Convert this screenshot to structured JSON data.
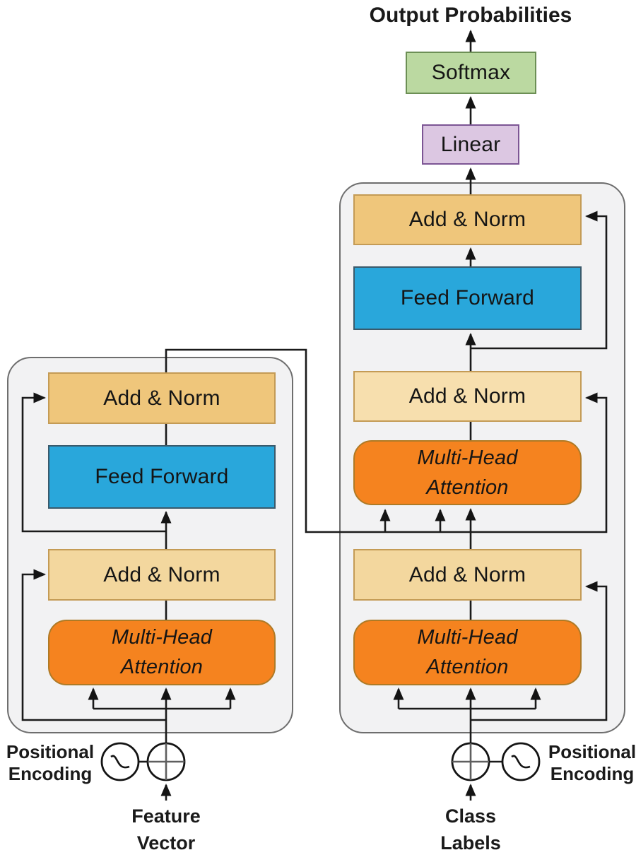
{
  "title": "Output Probabilities",
  "output_head": {
    "softmax": "Softmax",
    "linear": "Linear"
  },
  "encoder": {
    "add_norm_top": "Add & Norm",
    "feed_forward": "Feed Forward",
    "add_norm_bottom": "Add & Norm",
    "mha_line1": "Multi-Head",
    "mha_line2": "Attention",
    "pos_enc_line1": "Positional",
    "pos_enc_line2": "Encoding",
    "input_line1": "Feature",
    "input_line2": "Vector"
  },
  "decoder": {
    "add_norm_top": "Add & Norm",
    "feed_forward": "Feed Forward",
    "add_norm_middle": "Add & Norm",
    "mha_middle_line1": "Multi-Head",
    "mha_middle_line2": "Attention",
    "add_norm_bottom": "Add & Norm",
    "mha_bottom_line1": "Multi-Head",
    "mha_bottom_line2": "Attention",
    "pos_enc_line1": "Positional",
    "pos_enc_line2": "Encoding",
    "input_line1": "Class",
    "input_line2": "Labels"
  },
  "colors": {
    "add_norm_fill_dark": "#efc67b",
    "add_norm_fill_mid": "#f3d79e",
    "add_norm_fill_light": "#f7dfae",
    "add_norm_border": "#c49b55",
    "feed_forward_fill": "#29a7db",
    "multi_head_attention_fill": "#f5831f",
    "softmax_fill": "#bbd9a1",
    "linear_fill": "#dcc7e2",
    "container_fill": "#f2f2f3",
    "line_color": "#1a1a1a"
  }
}
